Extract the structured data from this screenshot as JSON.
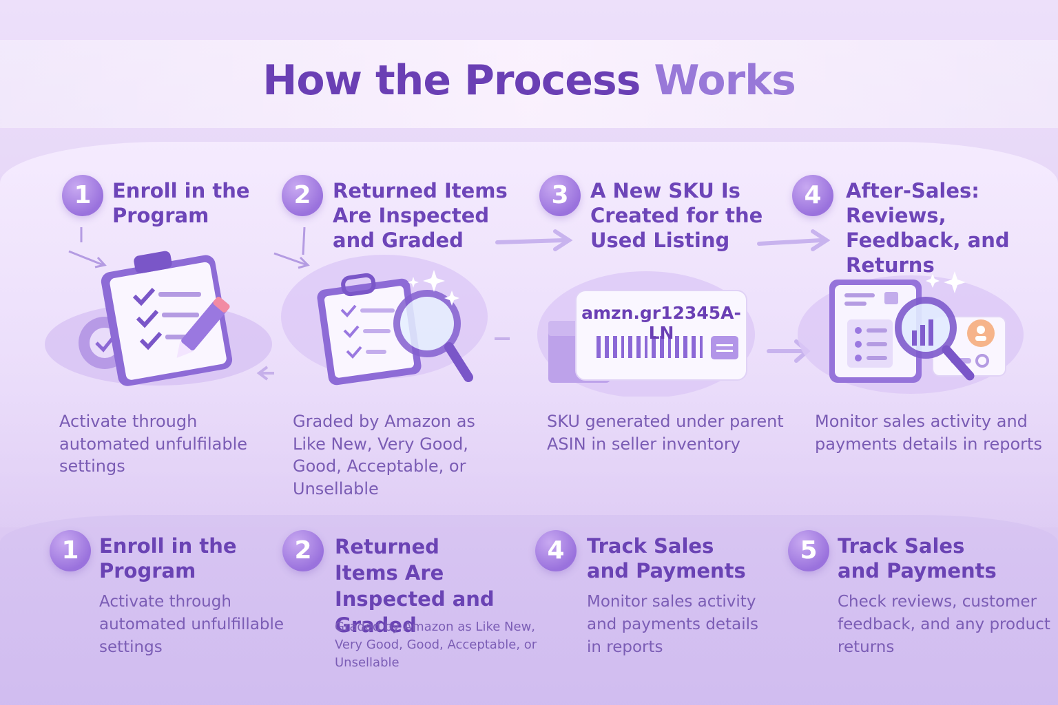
{
  "title": {
    "part1": "How the Process ",
    "part2": "Works"
  },
  "steps": [
    {
      "number": "1",
      "title": "Enroll in the Program",
      "desc": "Activate through automated unfulfilable settings"
    },
    {
      "number": "2",
      "title": "Returned Items Are Inspected and Graded",
      "desc": "Graded by Amazon as Like New, Very Good, Good, Acceptable, or Unsellable"
    },
    {
      "number": "3",
      "title": "A New SKU Is Created for the Used Listing",
      "desc": "SKU generated under parent ASIN in seller inventory",
      "sku_label": "amzn.gr12345A-LN"
    },
    {
      "number": "4",
      "title": "After-Sales: Reviews, Feedback, and Returns",
      "desc": "Monitor sales activity and payments details in reports"
    }
  ],
  "bottom_steps": [
    {
      "number": "1",
      "title": "Enroll in the Program",
      "desc": "Activate through automated unfulfillable settings"
    },
    {
      "number": "2",
      "title": "Returned Items Are Inspected and Graded",
      "desc": "Graded by Amazon as Like New, Very Good, Good, Acceptable, or Unsellable"
    },
    {
      "number": "4",
      "title": "Track Sales and Payments",
      "desc": "Monitor sales activity and payments details in reports"
    },
    {
      "number": "5",
      "title": "Track Sales and Payments",
      "desc": "Check reviews, customer feedback, and any product returns"
    }
  ],
  "icons": [
    "clipboard-checklist-icon",
    "gear-icon",
    "pencil-icon",
    "magnifier-icon",
    "sparkle-icon",
    "sku-barcode-card-icon",
    "box-icon",
    "report-chart-icon",
    "user-chat-icon",
    "arrow-right-icon"
  ],
  "colors": {
    "accent": "#6a3fb4",
    "accent_light": "#9878d8",
    "badge": "#a57fe2",
    "background": "#e6d8f8"
  }
}
